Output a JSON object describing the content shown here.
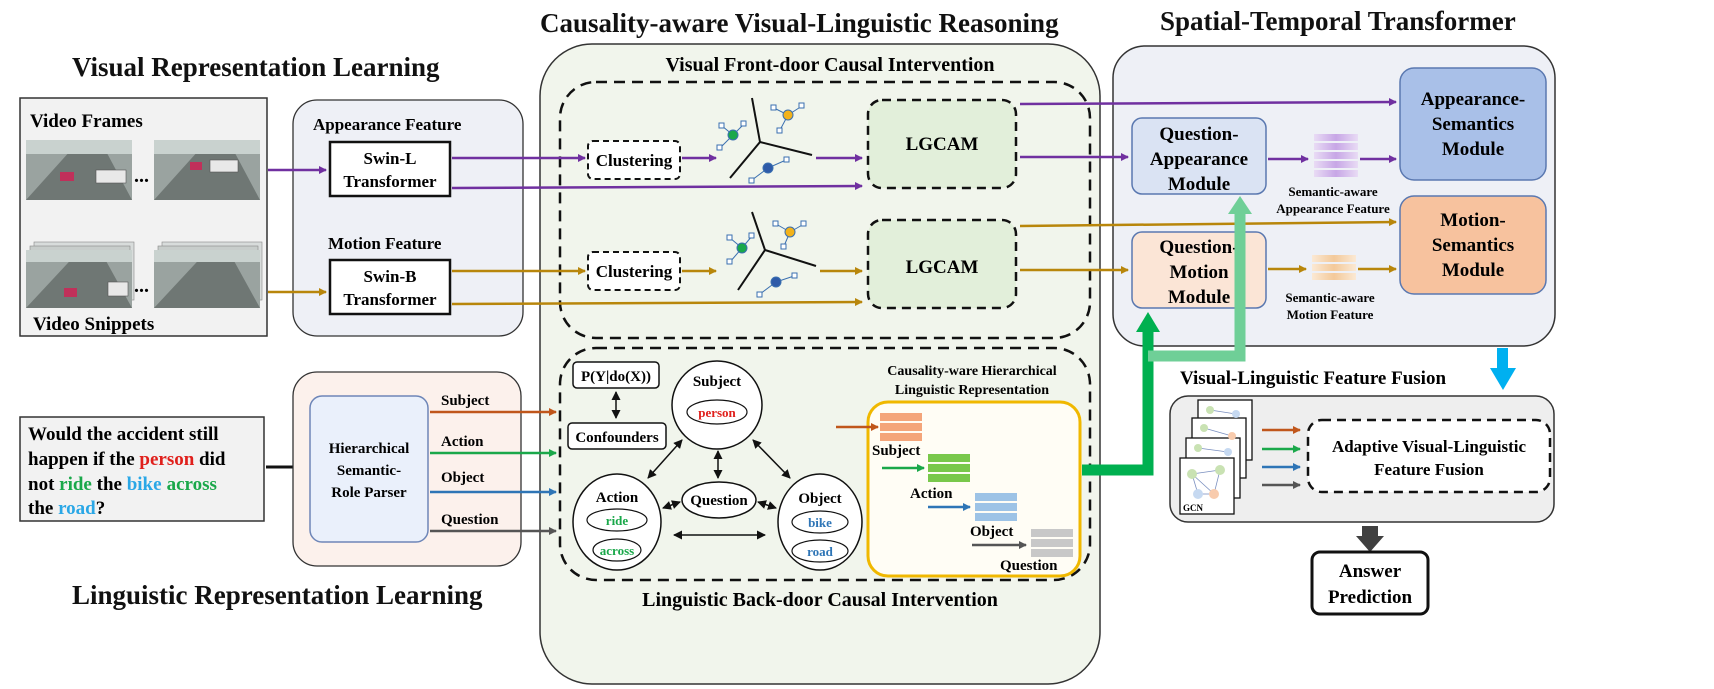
{
  "titles": {
    "vrl": "Visual Representation Learning",
    "cvlr": "Causality-aware Visual-Linguistic Reasoning",
    "stt": "Spatial-Temporal Transformer",
    "lrl": "Linguistic Representation Learning"
  },
  "video": {
    "frames_label": "Video Frames",
    "snippets_label": "Video Snippets",
    "ellipsis": "..."
  },
  "features": {
    "appearance_label": "Appearance Feature",
    "motion_label": "Motion Feature",
    "swin_l": [
      "Swin-L",
      "Transformer"
    ],
    "swin_b": [
      "Swin-B",
      "Transformer"
    ]
  },
  "front_door": {
    "title": "Visual Front-door Causal Intervention",
    "clustering": "Clustering",
    "lgcam": "LGCAM"
  },
  "question": {
    "segments": [
      {
        "text": "Would the accident still",
        "color": "#111111"
      },
      {
        "text": "happen if the ",
        "color": "#111111"
      },
      {
        "text": "person",
        "color": "#e0201c"
      },
      {
        "text": " did",
        "color": "#111111"
      },
      {
        "text": "not ",
        "color": "#111111"
      },
      {
        "text": "ride",
        "color": "#1aa84a"
      },
      {
        "text": " the ",
        "color": "#111111"
      },
      {
        "text": "bike",
        "color": "#2aa7e6"
      },
      {
        "text": "across",
        "color": "#1aa84a"
      },
      {
        "text": "the ",
        "color": "#111111"
      },
      {
        "text": "road",
        "color": "#2aa7e6"
      },
      {
        "text": "?",
        "color": "#111111"
      }
    ]
  },
  "parser": {
    "label": [
      "Hierarchical",
      "Semantic-",
      "Role Parser"
    ],
    "outputs": [
      "Subject",
      "Action",
      "Object",
      "Question"
    ]
  },
  "back_door": {
    "title": "Linguistic Back-door Causal Intervention",
    "pydox": "P(Y|do(X))",
    "confounders": "Confounders",
    "subject": "Subject",
    "subject_word": "person",
    "action": "Action",
    "action_words": [
      "ride",
      "across"
    ],
    "question": "Question",
    "object": "Object",
    "object_words": [
      "bike",
      "road"
    ],
    "hier_title": [
      "Causality-ware Hierarchical",
      "Linguistic Representation"
    ],
    "hier_items": [
      "Subject",
      "Action",
      "Object",
      "Question"
    ]
  },
  "stt": {
    "qa_module": [
      "Question-",
      "Appearance",
      "Module"
    ],
    "qm_module": [
      "Question-",
      "Motion",
      "Module"
    ],
    "as_module": [
      "Appearance-",
      "Semantics",
      "Module"
    ],
    "ms_module": [
      "Motion-",
      "Semantics",
      "Module"
    ],
    "sa_app": [
      "Semantic-aware",
      "Appearance Feature"
    ],
    "sa_mot": [
      "Semantic-aware",
      "Motion Feature"
    ]
  },
  "fusion": {
    "title": "Visual-Linguistic Feature Fusion",
    "gcn": "GCN",
    "box": [
      "Adaptive Visual-Linguistic",
      "Feature Fusion"
    ]
  },
  "answer": [
    "Answer",
    "Prediction"
  ],
  "colors": {
    "purple": "#7030a0",
    "gold": "#b8860b",
    "orange": "#c0561b",
    "green": "#1aa84a",
    "blue": "#2e75b6",
    "gray": "#555555",
    "bright_green": "#00b050",
    "light_green": "#6fcf97",
    "sky": "#00b0f0"
  }
}
